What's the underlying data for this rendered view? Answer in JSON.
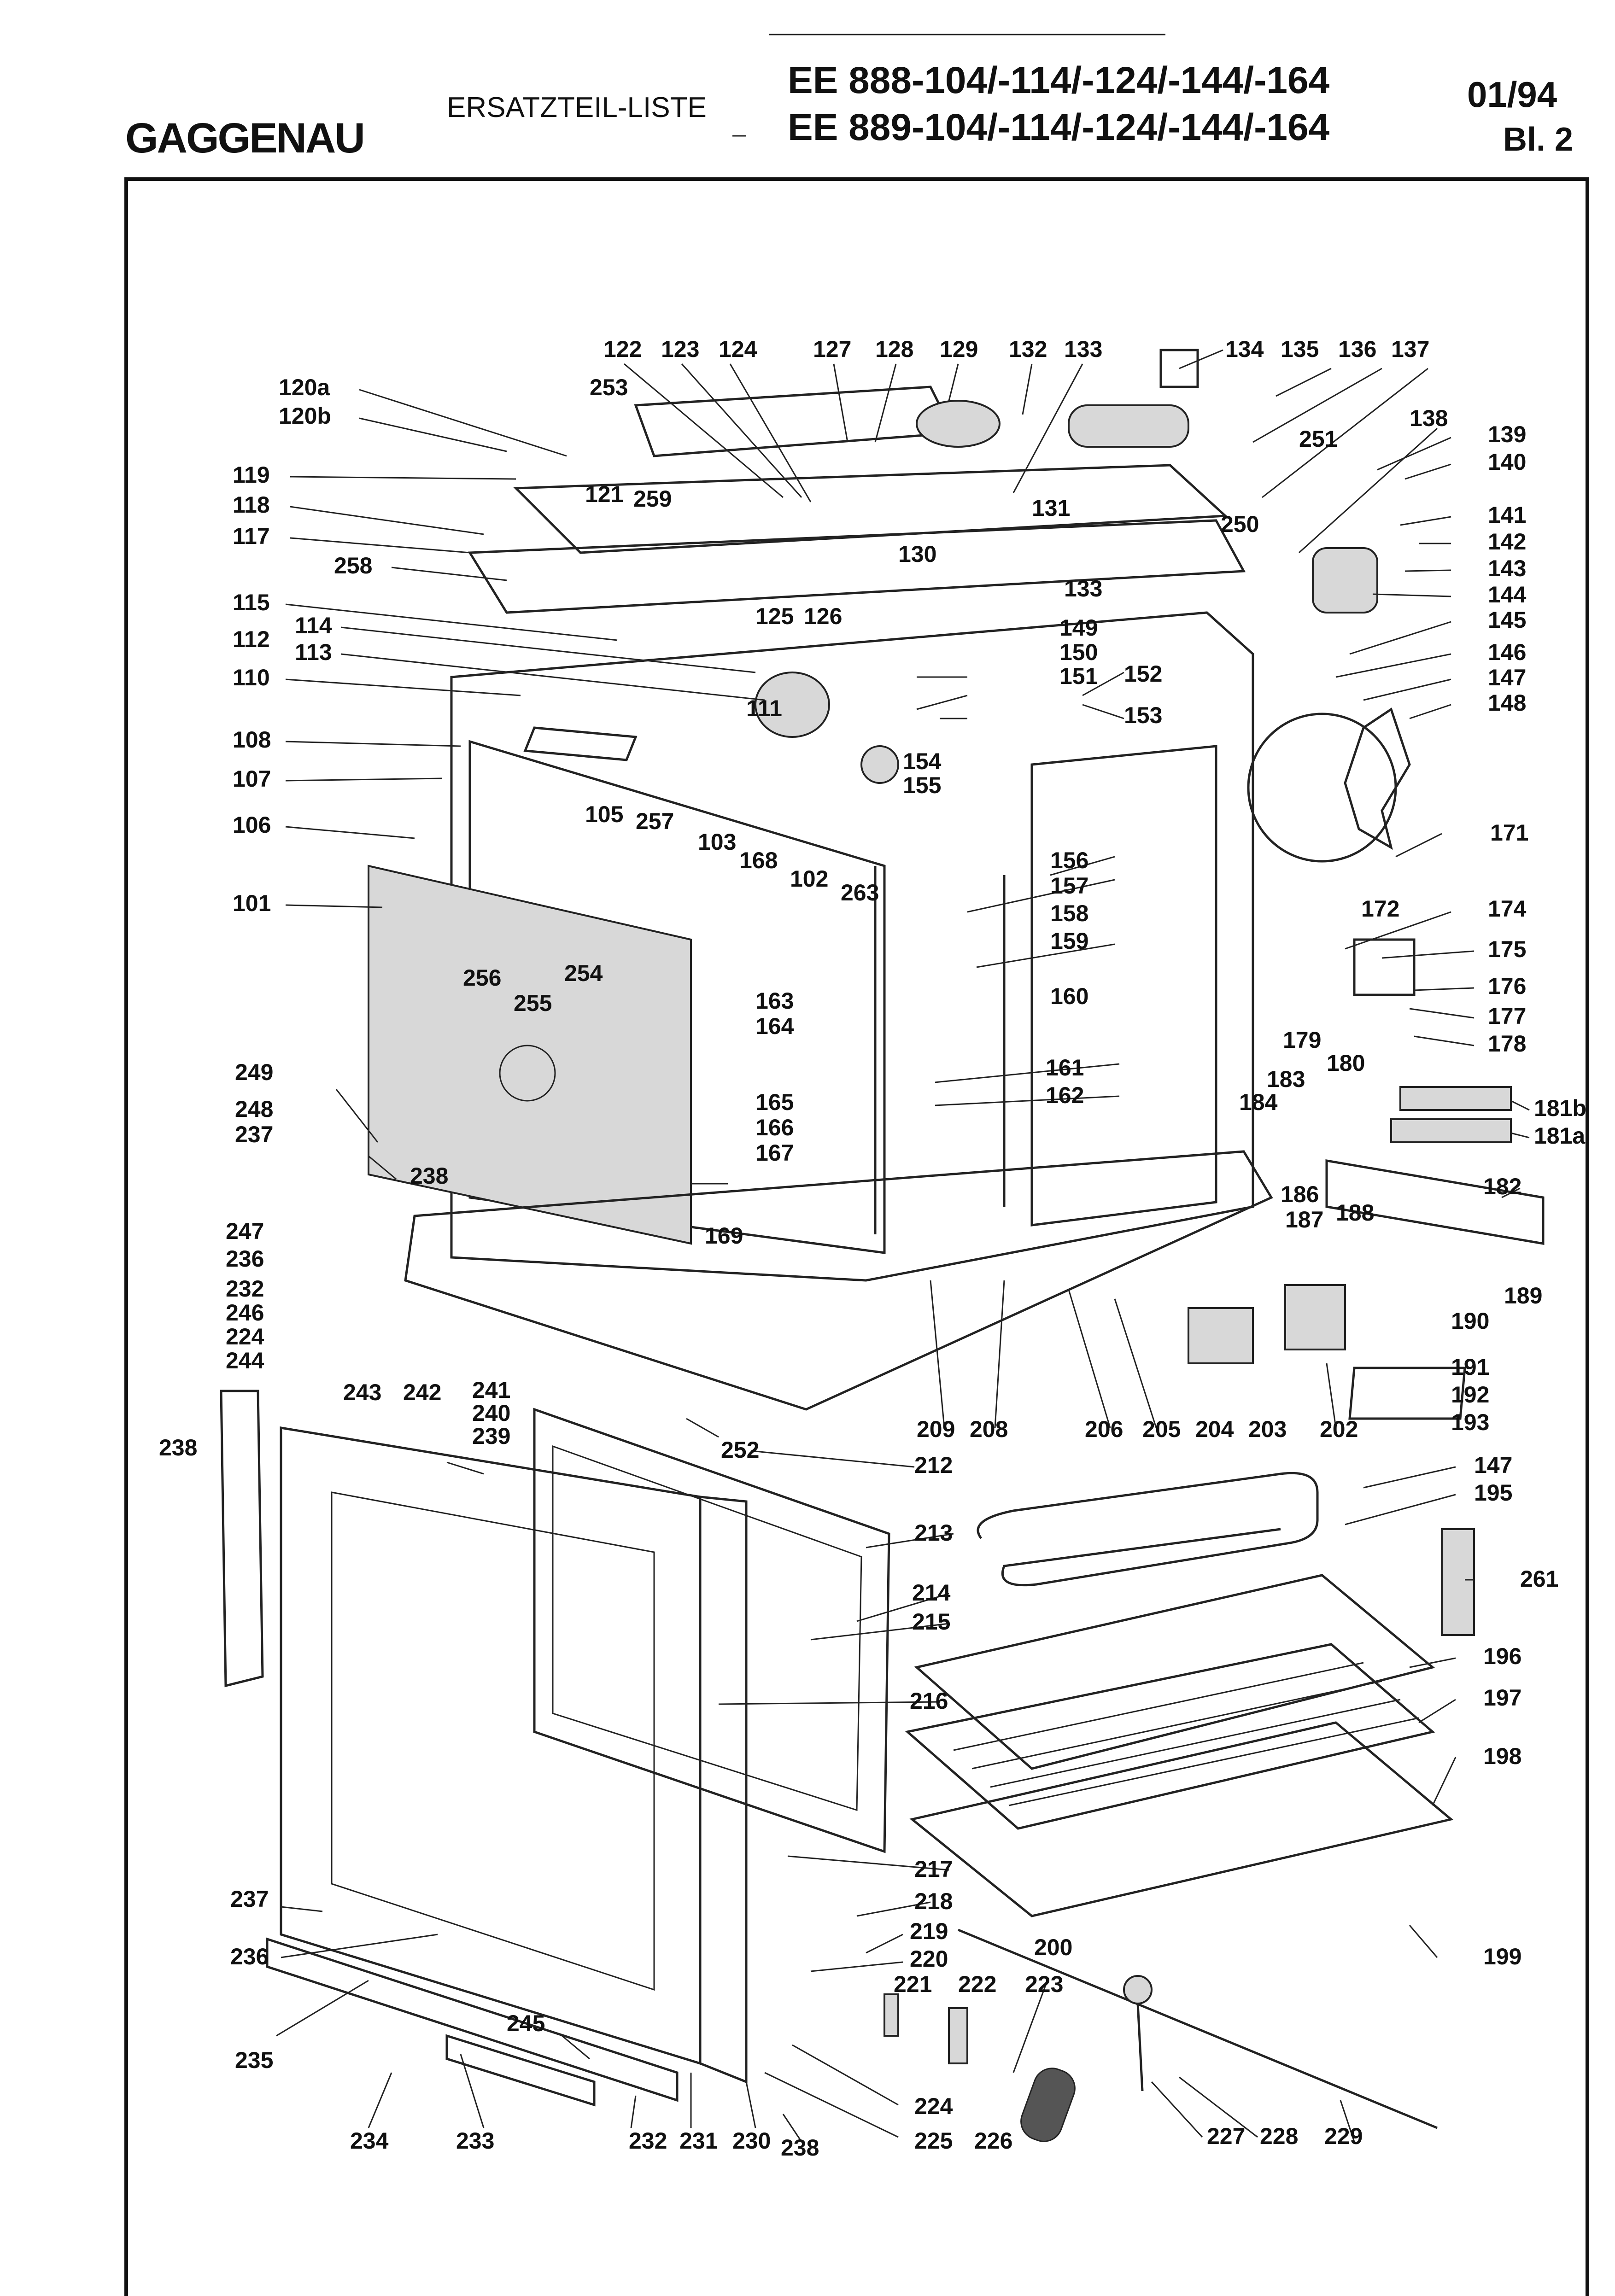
{
  "header": {
    "brand": "GAGGENAU",
    "list_title": "ERSATZTEIL-LISTE",
    "model_line_1": "EE 888-104/-114/-124/-144/-164",
    "model_line_2": "EE 889-104/-114/-124/-144/-164",
    "date": "01/94",
    "sheet": "Bl. 2"
  },
  "callouts": [
    {
      "text": "120a"
    },
    {
      "text": "120b"
    },
    {
      "text": "119"
    },
    {
      "text": "118"
    },
    {
      "text": "117"
    },
    {
      "text": "258"
    },
    {
      "text": "115"
    },
    {
      "text": "112"
    },
    {
      "text": "114"
    },
    {
      "text": "113"
    },
    {
      "text": "110"
    },
    {
      "text": "108"
    },
    {
      "text": "107"
    },
    {
      "text": "106"
    },
    {
      "text": "101"
    },
    {
      "text": "122"
    },
    {
      "text": "123"
    },
    {
      "text": "124"
    },
    {
      "text": "127"
    },
    {
      "text": "128"
    },
    {
      "text": "129"
    },
    {
      "text": "132"
    },
    {
      "text": "133"
    },
    {
      "text": "134"
    },
    {
      "text": "135"
    },
    {
      "text": "136"
    },
    {
      "text": "137"
    },
    {
      "text": "253"
    },
    {
      "text": "121"
    },
    {
      "text": "259"
    },
    {
      "text": "125"
    },
    {
      "text": "126"
    },
    {
      "text": "130"
    },
    {
      "text": "131"
    },
    {
      "text": "251"
    },
    {
      "text": "250"
    },
    {
      "text": "138"
    },
    {
      "text": "139"
    },
    {
      "text": "140"
    },
    {
      "text": "141"
    },
    {
      "text": "142"
    },
    {
      "text": "143"
    },
    {
      "text": "144"
    },
    {
      "text": "145"
    },
    {
      "text": "146"
    },
    {
      "text": "147"
    },
    {
      "text": "148"
    },
    {
      "text": "133"
    },
    {
      "text": "149"
    },
    {
      "text": "150"
    },
    {
      "text": "151"
    },
    {
      "text": "152"
    },
    {
      "text": "153"
    },
    {
      "text": "111"
    },
    {
      "text": "154"
    },
    {
      "text": "155"
    },
    {
      "text": "105"
    },
    {
      "text": "257"
    },
    {
      "text": "103"
    },
    {
      "text": "263"
    },
    {
      "text": "168"
    },
    {
      "text": "102"
    },
    {
      "text": "156"
    },
    {
      "text": "157"
    },
    {
      "text": "158"
    },
    {
      "text": "159"
    },
    {
      "text": "160"
    },
    {
      "text": "161"
    },
    {
      "text": "162"
    },
    {
      "text": "163"
    },
    {
      "text": "164"
    },
    {
      "text": "165"
    },
    {
      "text": "166"
    },
    {
      "text": "167"
    },
    {
      "text": "256"
    },
    {
      "text": "255"
    },
    {
      "text": "254"
    },
    {
      "text": "171"
    },
    {
      "text": "172"
    },
    {
      "text": "174"
    },
    {
      "text": "175"
    },
    {
      "text": "176"
    },
    {
      "text": "177"
    },
    {
      "text": "178"
    },
    {
      "text": "179"
    },
    {
      "text": "180"
    },
    {
      "text": "183"
    },
    {
      "text": "184"
    },
    {
      "text": "181b"
    },
    {
      "text": "181a"
    },
    {
      "text": "182"
    },
    {
      "text": "186"
    },
    {
      "text": "187"
    },
    {
      "text": "188"
    },
    {
      "text": "189"
    },
    {
      "text": "190"
    },
    {
      "text": "191"
    },
    {
      "text": "192"
    },
    {
      "text": "193"
    },
    {
      "text": "249"
    },
    {
      "text": "248"
    },
    {
      "text": "237"
    },
    {
      "text": "238"
    },
    {
      "text": "169"
    },
    {
      "text": "247"
    },
    {
      "text": "236"
    },
    {
      "text": "232"
    },
    {
      "text": "246"
    },
    {
      "text": "224"
    },
    {
      "text": "244"
    },
    {
      "text": "238"
    },
    {
      "text": "243"
    },
    {
      "text": "242"
    },
    {
      "text": "241"
    },
    {
      "text": "240"
    },
    {
      "text": "239"
    },
    {
      "text": "252"
    },
    {
      "text": "212"
    },
    {
      "text": "209"
    },
    {
      "text": "208"
    },
    {
      "text": "206"
    },
    {
      "text": "205"
    },
    {
      "text": "204"
    },
    {
      "text": "203"
    },
    {
      "text": "202"
    },
    {
      "text": "147"
    },
    {
      "text": "195"
    },
    {
      "text": "261"
    },
    {
      "text": "213"
    },
    {
      "text": "214"
    },
    {
      "text": "215"
    },
    {
      "text": "216"
    },
    {
      "text": "196"
    },
    {
      "text": "197"
    },
    {
      "text": "198"
    },
    {
      "text": "217"
    },
    {
      "text": "218"
    },
    {
      "text": "219"
    },
    {
      "text": "220"
    },
    {
      "text": "199"
    },
    {
      "text": "200"
    },
    {
      "text": "221"
    },
    {
      "text": "222"
    },
    {
      "text": "223"
    },
    {
      "text": "237"
    },
    {
      "text": "236"
    },
    {
      "text": "235"
    },
    {
      "text": "245"
    },
    {
      "text": "234"
    },
    {
      "text": "233"
    },
    {
      "text": "232"
    },
    {
      "text": "231"
    },
    {
      "text": "230"
    },
    {
      "text": "224"
    },
    {
      "text": "225"
    },
    {
      "text": "238"
    },
    {
      "text": "226"
    },
    {
      "text": "227"
    },
    {
      "text": "228"
    },
    {
      "text": "229"
    }
  ]
}
